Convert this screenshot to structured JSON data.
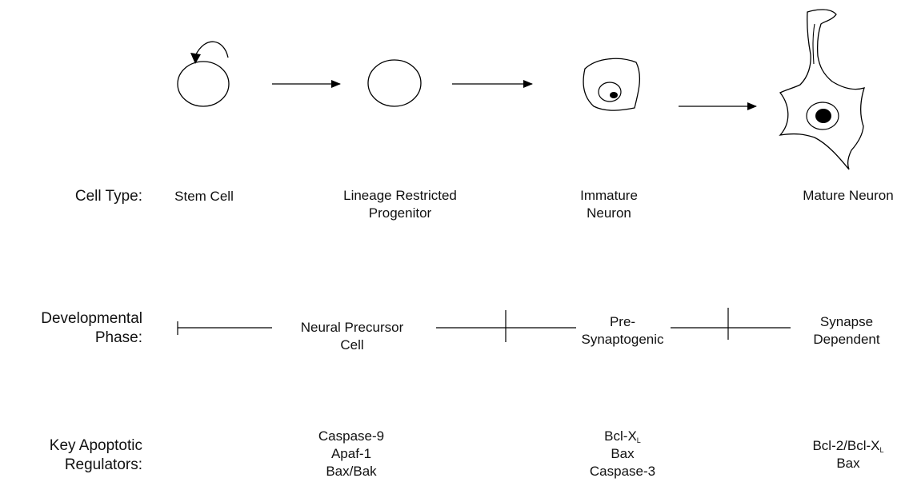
{
  "row_labels": {
    "cell_type": "Cell Type:",
    "phase_l1": "Developmental",
    "phase_l2": "Phase:",
    "regulators_l1": "Key Apoptotic",
    "regulators_l2": "Regulators:"
  },
  "cell_types": {
    "stem": "Stem Cell",
    "lineage_l1": "Lineage Restricted",
    "lineage_l2": "Progenitor",
    "immature_l1": "Immature",
    "immature_l2": "Neuron",
    "mature": "Mature Neuron"
  },
  "phases": {
    "precursor_l1": "Neural Precursor",
    "precursor_l2": "Cell",
    "presyn_l1": "Pre-",
    "presyn_l2": "Synaptogenic",
    "synapse_l1": "Synapse",
    "synapse_l2": "Dependent"
  },
  "regulators": {
    "col1": [
      "Caspase-9",
      "Apaf-1",
      "Bax/Bak"
    ],
    "col2_first_base": "Bcl-X",
    "col2_first_sub": "L",
    "col2_rest": [
      "Bax",
      "Caspase-3"
    ],
    "col3_first_base": "Bcl-2/Bcl-X",
    "col3_first_sub": "L",
    "col3_rest": [
      "Bax"
    ]
  }
}
